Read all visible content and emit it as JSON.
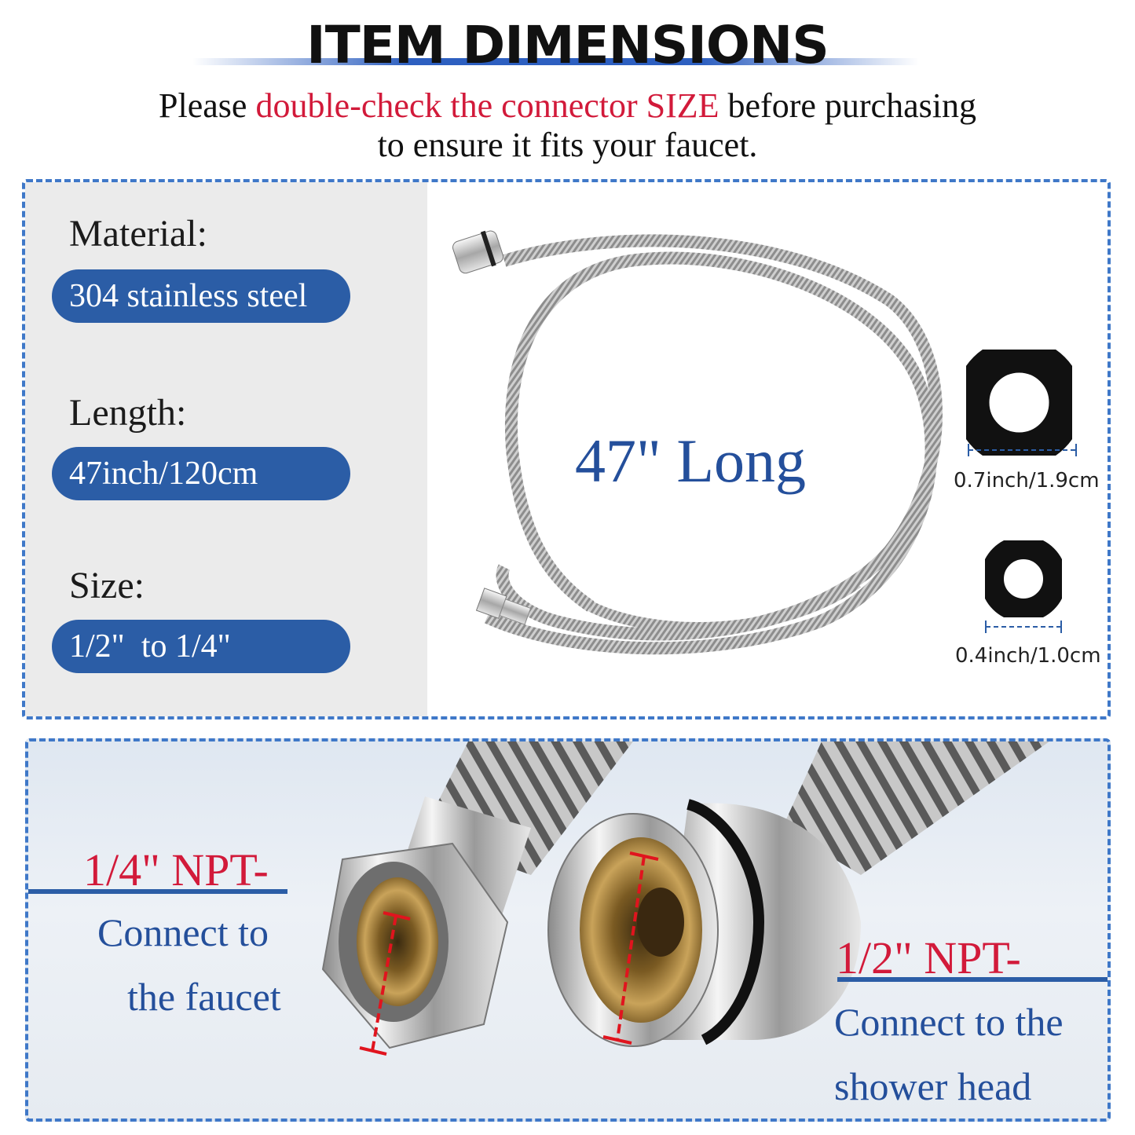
{
  "header": {
    "title": "ITEM DIMENSIONS",
    "notice_prefix": "Please ",
    "notice_highlight": "double-check the connector SIZE",
    "notice_suffix": " before purchasing",
    "notice_line2": "to ensure it fits your faucet."
  },
  "specs": [
    {
      "label": "Material:",
      "value": "304 stainless steel"
    },
    {
      "label": "Length:",
      "value": "47inch/120cm"
    },
    {
      "label": "Size:",
      "value": "1/2\"  to 1/4\""
    }
  ],
  "hose": {
    "length_label": "47\" Long"
  },
  "washers": [
    {
      "dimension": "0.7inch/1.9cm"
    },
    {
      "dimension": "0.4inch/1.0cm"
    }
  ],
  "connectors": {
    "left": {
      "npt": "1/4\" NPT-",
      "line1": "Connect to",
      "line2": "the faucet"
    },
    "right": {
      "npt": "1/2\" NPT-",
      "line1": "Connect to the",
      "line2": "shower head"
    }
  },
  "colors": {
    "accent_blue": "#2b5da6",
    "highlight_red": "#d21a3a",
    "text_blue": "#244f9b"
  }
}
